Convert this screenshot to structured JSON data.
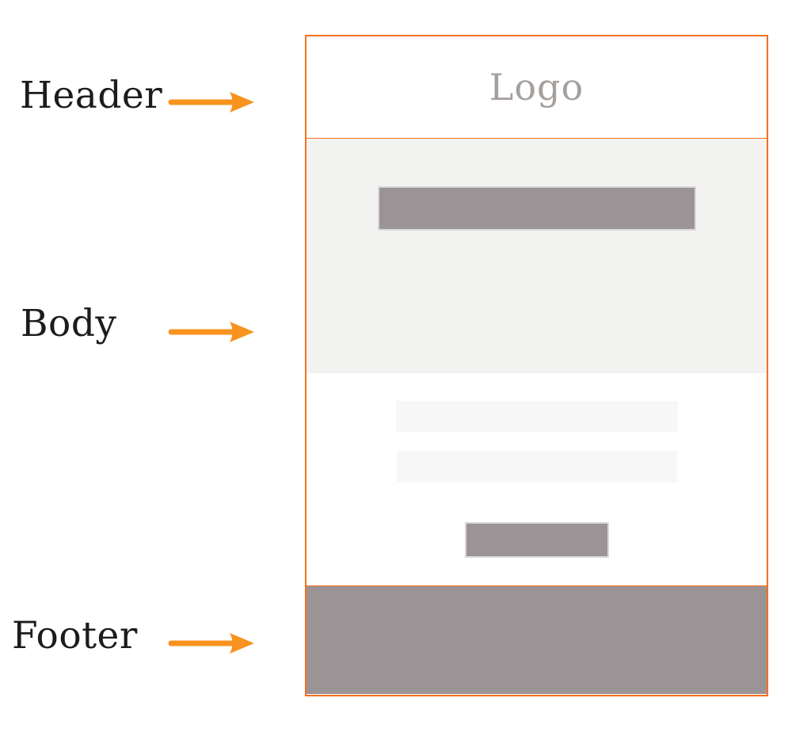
{
  "annotations": {
    "header": {
      "label": "Header"
    },
    "body": {
      "label": "Body"
    },
    "footer": {
      "label": "Footer"
    }
  },
  "wireframe": {
    "logo": "Logo",
    "sections": [
      "Header",
      "Body",
      "Footer"
    ],
    "placeholders": {
      "hero_bar": "headline-placeholder",
      "text_bar_count": 2,
      "button": "button-placeholder",
      "footer_block": "footer-placeholder"
    }
  },
  "colors": {
    "page_bg": "#FFFFFF",
    "accent_orange": "#F4701F",
    "arrow_orange": "#F7931E",
    "label_text": "#1C1C1C",
    "logo_text": "#A5A09D",
    "body_bg": "#F2F3F1",
    "light_bar": "#F6F7F6",
    "placeholder_gray": "#9B9496",
    "placeholder_border": "#DBD8D7"
  }
}
